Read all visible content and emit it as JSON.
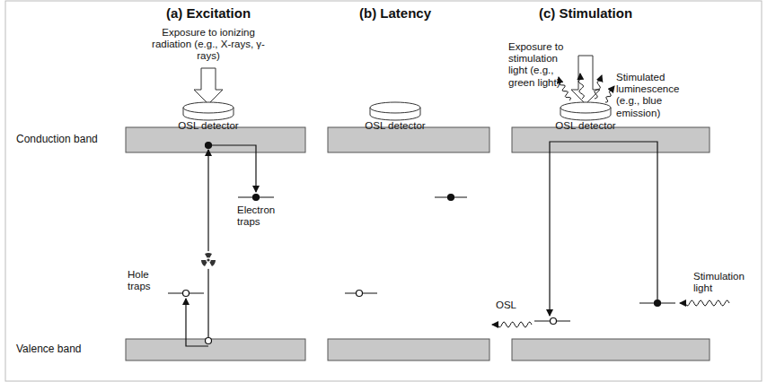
{
  "diagram": {
    "labels": [
      "(a) Excitation",
      "Exposure to ionizing radiation (e.g., X-rays, γ-rays)",
      "OSL detector",
      "(b) Latency",
      "OSL detector",
      "(c) Stimulation",
      "Exposure to stimulation light (e.g., green light)",
      "Stimulated luminescence (e.g., blue emission)",
      "OSL detector",
      "Conduction band",
      "Electron traps",
      "Hole traps",
      "Valence band",
      "Stimulation light",
      "OSL"
    ]
  }
}
